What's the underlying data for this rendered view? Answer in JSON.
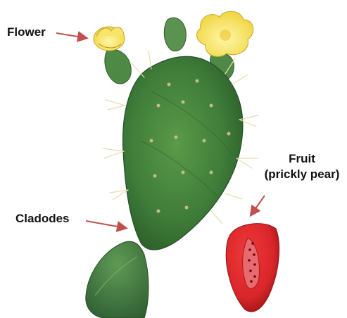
{
  "labels": {
    "flower": "Flower",
    "cladodes": "Cladodes",
    "fruit_line1": "Fruit",
    "fruit_line2": "(prickly pear)"
  },
  "colors": {
    "arrow": "#c0504d",
    "pad_green": "#3f7d3a",
    "pad_dark": "#2e5f2c",
    "flower_yellow": "#f4e15a",
    "fruit_red": "#d9262a"
  }
}
